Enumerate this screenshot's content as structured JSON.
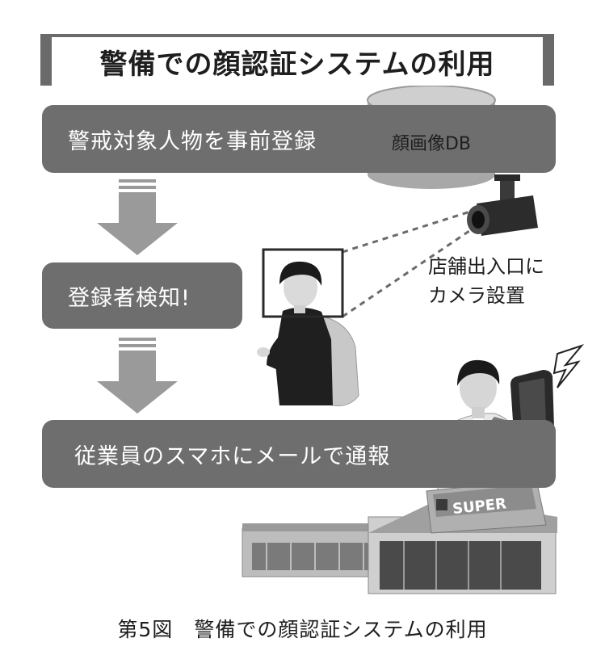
{
  "title": "警備での顔認証システムの利用",
  "steps": [
    {
      "label": "警戒対象人物を事前登録"
    },
    {
      "label": "登録者検知!"
    },
    {
      "label": "従業員のスマホにメールで通報"
    }
  ],
  "database": {
    "label": "顔画像DB"
  },
  "camera": {
    "caption_line1": "店舗出入口に",
    "caption_line2": "カメラ設置"
  },
  "store_sign": "SUPER",
  "figure_caption": {
    "number": "第5図",
    "text": "警備での顔認証システムの利用"
  },
  "colors": {
    "bar": "#6e6e6e",
    "arrow": "#8a8a8a",
    "text": "#1e1e1e"
  }
}
